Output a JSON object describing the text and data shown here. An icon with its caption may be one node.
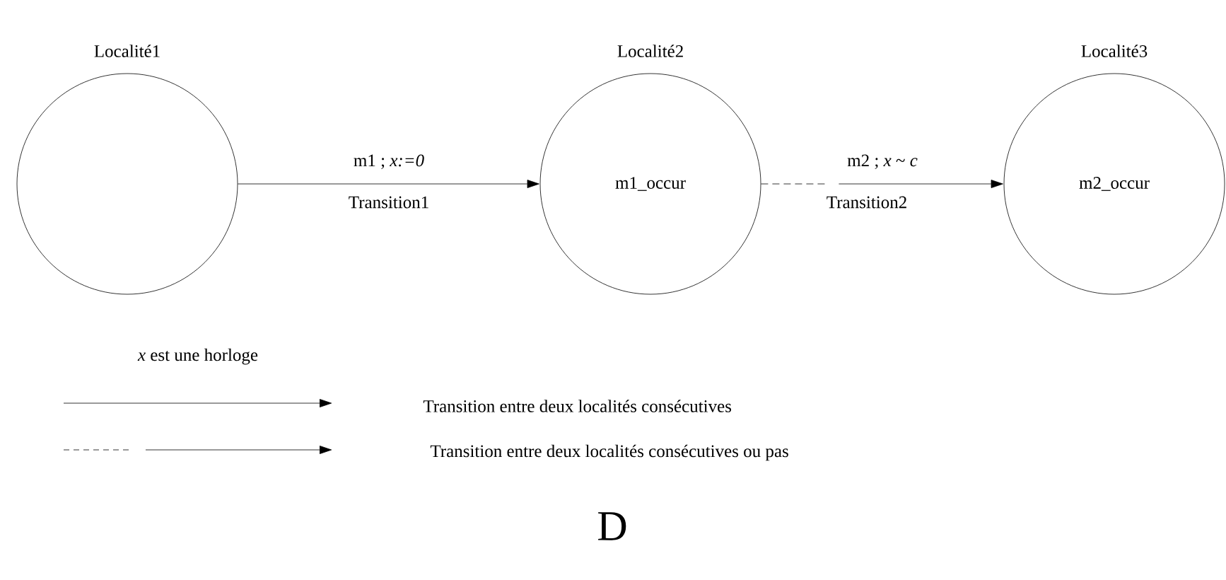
{
  "diagram": {
    "nodes": [
      {
        "text": [
          "Localité1"
        ]
      },
      {
        "text": [
          "Localité2",
          "m1_occur"
        ]
      },
      {
        "text": [
          "Localité3",
          "m2_occur"
        ]
      }
    ],
    "edges": [
      {
        "from": 0,
        "to": 1,
        "arrow": "to",
        "label": "m1 ; *x:=0*"
      },
      {
        "from": 1,
        "to": 2,
        "arrow": "to",
        "label": "m2 ; *x* ~ *c*",
        "style": "dashed"
      }
    ],
    "labels": [
      "Transition1",
      "Transition2",
      "*x* est une horloge",
      "D"
    ],
    "legend": [
      {
        "text": "Transition entre deux localités consécutives"
      },
      {
        "text": "Transition entre deux localités consécutives ou pas"
      }
    ]
  }
}
